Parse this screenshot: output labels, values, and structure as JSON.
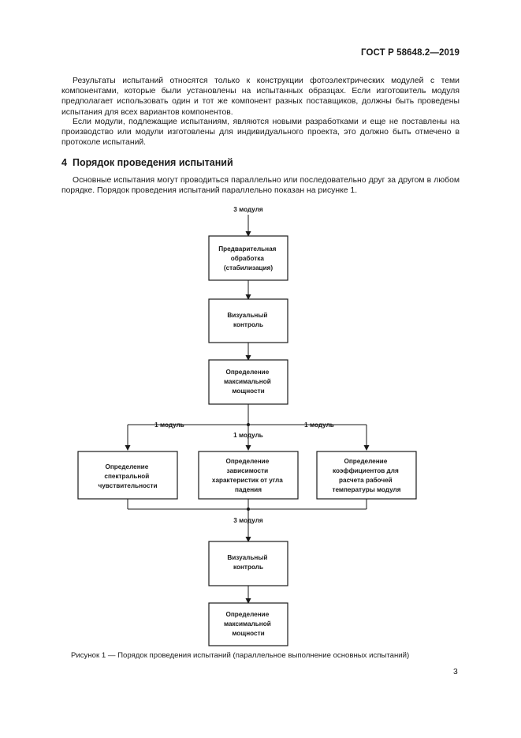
{
  "header": {
    "standard": "ГОСТ Р 58648.2—2019"
  },
  "paragraphs": [
    "Результаты испытаний относятся только к конструкции фотоэлектрических модулей с теми компонентами, которые были установлены на испытанных образцах. Если изготовитель модуля предполагает использовать один и тот же компонент разных поставщиков, должны быть проведены испытания для всех вариантов компонентов.",
    "Если модули, подлежащие испытаниям, являются новыми разработками и еще не поставлены на производство или модули изготовлены для индивидуального проекта, это должно быть отмечено в протоколе испытаний."
  ],
  "section": {
    "number": "4",
    "title": "Порядок проведения испытаний",
    "body": "Основные испытания могут проводиться параллельно или последовательно друг за другом в любом порядке. Порядок проведения испытаний параллельно показан на рисунке 1."
  },
  "flowchart": {
    "top_label": "3 модуля",
    "box1": [
      "Предварительная",
      "обработка",
      "(стабилизация)"
    ],
    "box2": [
      "Визуальный",
      "контроль"
    ],
    "box3": [
      "Определение",
      "максимальной",
      "мощности"
    ],
    "branch_left_label": "1 модуль",
    "branch_center_label": "1 модуль",
    "branch_right_label": "1 модуль",
    "box_left": [
      "Определение",
      "спектральной",
      "чувствительности"
    ],
    "box_center": [
      "Определение",
      "зависимости",
      "характеристик от угла",
      "падения"
    ],
    "box_right": [
      "Определение",
      "коэффициентов для",
      "расчета рабочей",
      "температуры модуля"
    ],
    "merge_label": "3 модуля",
    "box4": [
      "Визуальный",
      "контроль"
    ],
    "box5": [
      "Определение",
      "максимальной",
      "мощности"
    ]
  },
  "caption": "Рисунок 1 — Порядок проведения испытаний (параллельное выполнение основных испытаний)",
  "page_number": "3"
}
